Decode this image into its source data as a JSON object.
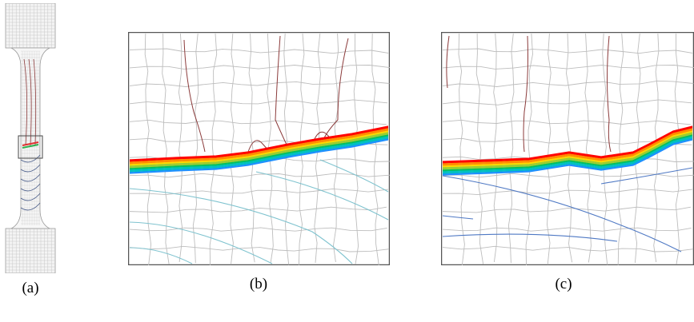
{
  "figure": {
    "panels": [
      {
        "id": "a",
        "label": "(a)"
      },
      {
        "id": "b",
        "label": "(b)"
      },
      {
        "id": "c",
        "label": "(c)"
      }
    ],
    "colors": {
      "mesh": "#bdbdbd",
      "frame": "#555555",
      "upper_contours": "#8b3a3a",
      "lower_contours_b": "#7fc3cf",
      "lower_contours_c": "#4f79c4",
      "band_gradient": [
        "#ff0000",
        "#ff8c00",
        "#ffd700",
        "#9acd32",
        "#00c060",
        "#00c0c0",
        "#1e90ff"
      ]
    }
  }
}
